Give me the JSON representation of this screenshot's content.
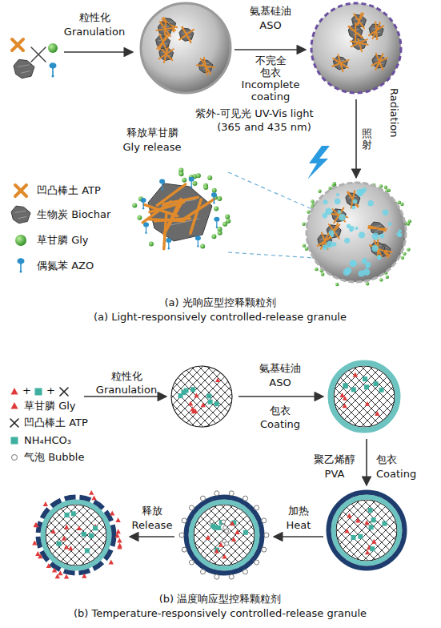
{
  "diagram": {
    "labels": [
      "粒性化",
      "Granulation",
      "氨基硅油",
      "ASO",
      "不完全 包衣",
      "Incomplete coating",
      "紫外-可见光 UV-Vis light",
      "(365 and 435 nm)",
      "照射",
      "Radiation",
      "释放草甘膦",
      "Gly release",
      "(a) 光响应型控释颗粒剂",
      "(a) Light-responsively controlled-release granule",
      "+",
      "+",
      "粒性化",
      "Granulation",
      "氨基硅油",
      "ASO",
      "包衣",
      "Coating",
      "聚乙烯醇",
      "PVA",
      "包衣",
      "Coating",
      "加热",
      "Heat",
      "释放",
      "Release",
      "(b) 温度响应型控释颗粒剂",
      "(b) Temperature-responsively controlled-release granule"
    ],
    "legend": [
      {
        "text": "凹凸棒土 ATP"
      },
      {
        "text": "生物炭 Biochar"
      },
      {
        "text": "草甘膦 Gly"
      },
      {
        "text": "偶氮苯 AZO"
      },
      {
        "text": "草甘膦 Gly"
      },
      {
        "text": "凹凸棒土 ATP"
      },
      {
        "text": "NH₄HCO₃"
      },
      {
        "text": "气泡 Bubble"
      }
    ]
  }
}
